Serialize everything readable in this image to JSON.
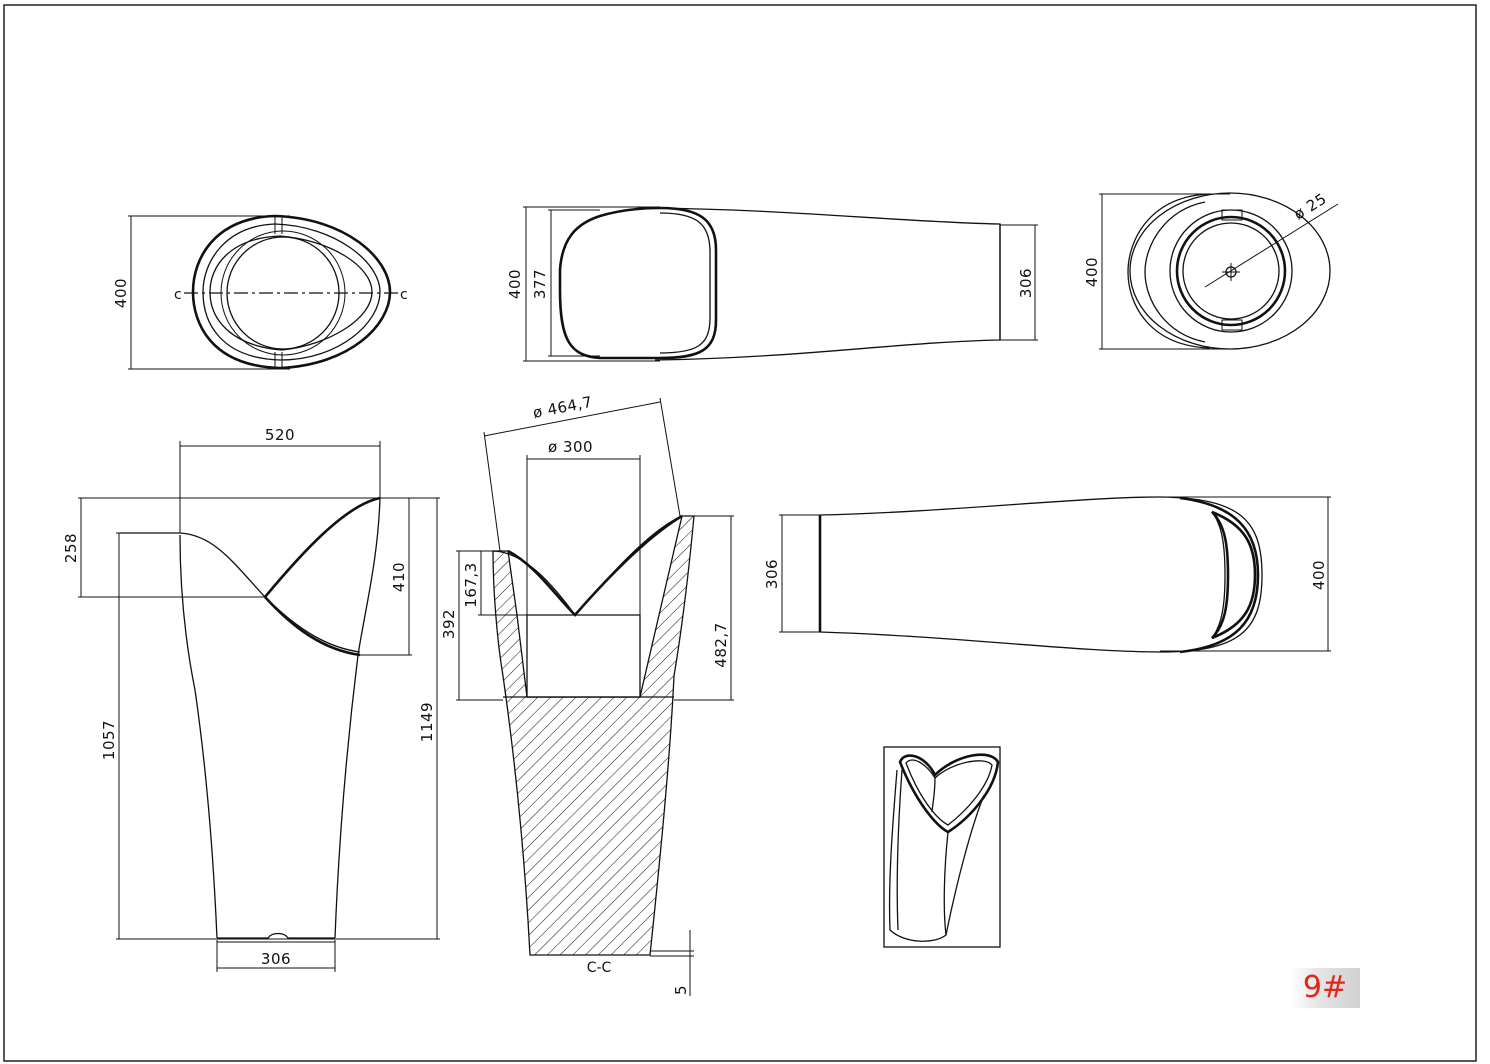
{
  "sheet": {
    "label": "9#",
    "label_color": "#e3261b",
    "line_color": "#111111",
    "background": "#ffffff"
  },
  "top_view": {
    "dim_height": "400",
    "section_mark_left": "c",
    "section_mark_right": "c"
  },
  "side_view_top": {
    "dim_outer": "400",
    "dim_inner": "377",
    "dim_base": "306"
  },
  "end_view": {
    "dim_height": "400",
    "dim_drain": "ø 25"
  },
  "front_view": {
    "dim_width_top": "520",
    "dim_bowl_depth": "258",
    "dim_rim_height": "410",
    "dim_pedestal_height": "1057",
    "dim_total_height": "1149",
    "dim_base_width": "306"
  },
  "section_view": {
    "dim_outer_diameter": "ø 464,7",
    "dim_inner_diameter": "ø 300",
    "dim_bowl_inner": "167,3",
    "dim_bowl_total": "392",
    "dim_side_height": "482,7",
    "dim_base_offset": "5",
    "section_label": "C-C"
  },
  "side_view_bottom": {
    "dim_base": "306",
    "dim_top": "400"
  }
}
